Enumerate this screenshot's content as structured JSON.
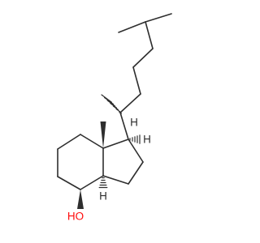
{
  "molecule": {
    "atom_labels": {
      "h_c1": "H",
      "h_c3a": "H",
      "h_side": "H",
      "oh": "HO"
    }
  },
  "colors": {
    "carbon": "#2e2e2e",
    "oxygen": "#ff0d0d",
    "background": "#ffffff"
  }
}
